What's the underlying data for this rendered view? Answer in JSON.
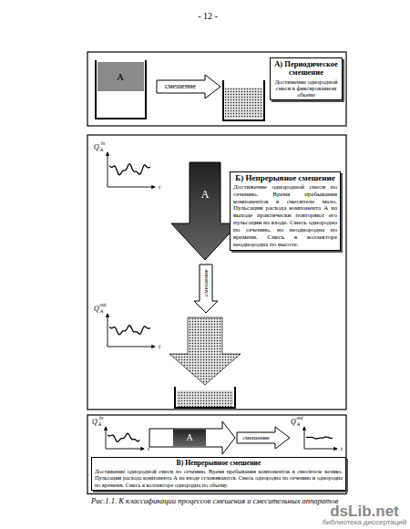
{
  "diagram": {
    "caption": "Рис.1.1. К классификации процессов смешения и смесительных аппаратов",
    "nodes": [
      {
        "text": [
          "А) Периодическое смешение",
          "Достижение однородной смеси в фиксированном объеме"
        ]
      },
      {
        "text": [
          "Б) Непрерывное смешение",
          "Достижение однородной смеси по сечению. Время пребывания компонентов в смесителе мало. Пульсации расхода компонента А на выходе практически повторяют его пульсации на входе. Смесь однородна по сечению, но неоднородна по времени. Смесь в коллекторе неоднородна по высоте."
        ]
      },
      {
        "text": [
          "В) Непрерывное смешение",
          "Достижение однородной смеси по сечению. Время пребывания компонентов в смесителе велико. Пульсации расхода компонента А на входе сглаживаются. Смесь однородна по сечению и однородна по времени. Смесь в коллекторе однородна по объему."
        ]
      }
    ],
    "labels": [
      "- 12 -",
      "А",
      "смешение",
      "Q",
      "A",
      "in",
      "t",
      "А",
      "смешение",
      "Q",
      "A",
      "out",
      "t",
      "Q",
      "A",
      "in",
      "t",
      "А",
      "смешение",
      "Q",
      "A",
      "out",
      "t",
      "dsLib.net",
      "библиотека диссертаций"
    ]
  }
}
